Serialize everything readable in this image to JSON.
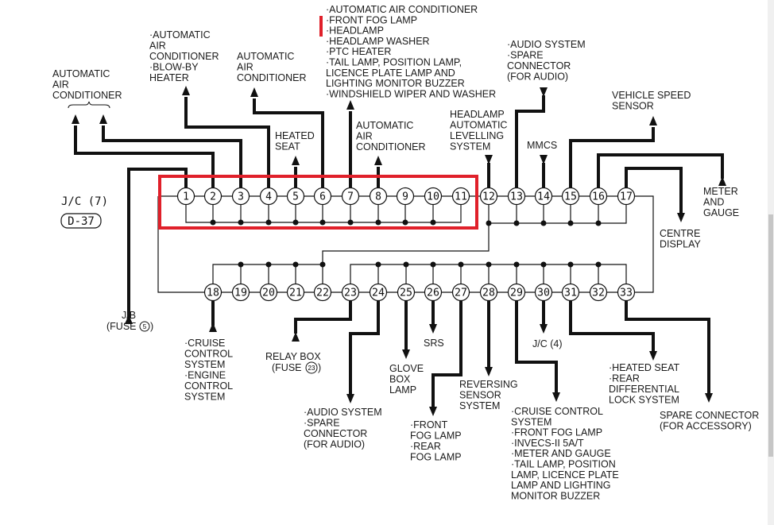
{
  "connector": {
    "name": "J/C (7)",
    "code": "D-37",
    "pins_top": [
      "1",
      "2",
      "3",
      "4",
      "5",
      "6",
      "7",
      "8",
      "9",
      "10",
      "11",
      "12",
      "13",
      "14",
      "15",
      "16",
      "17"
    ],
    "pins_bottom": [
      "18",
      "19",
      "20",
      "21",
      "22",
      "23",
      "24",
      "25",
      "26",
      "27",
      "28",
      "29",
      "30",
      "31",
      "32",
      "33"
    ]
  },
  "highlight": {
    "color": "#e0202a",
    "note": "pins 1-11 highlighted"
  },
  "labels": {
    "ac_left": [
      "AUTOMATIC",
      "AIR",
      "CONDITIONER"
    ],
    "ac_blowby": [
      "·AUTOMATIC",
      " AIR",
      " CONDITIONER",
      "·BLOW-BY",
      " HEATER"
    ],
    "ac_pin6": [
      "AUTOMATIC",
      "AIR",
      "CONDITIONER"
    ],
    "heated_seat": [
      "HEATED",
      "SEAT"
    ],
    "pin7_list": [
      "·AUTOMATIC AIR CONDITIONER",
      "·FRONT FOG LAMP",
      "·HEADLAMP",
      "·HEADLAMP WASHER",
      "·PTC HEATER",
      "·TAIL LAMP, POSITION LAMP,",
      " LICENCE PLATE LAMP AND",
      " LIGHTING MONITOR BUZZER",
      "·WINDSHIELD WIPER AND WASHER"
    ],
    "ac_pin8": [
      "AUTOMATIC",
      "AIR",
      "CONDITIONER"
    ],
    "headlamp_levelling": [
      "HEADLAMP",
      "AUTOMATIC",
      "LEVELLING",
      "SYSTEM"
    ],
    "audio_top": [
      "·AUDIO SYSTEM",
      "·SPARE",
      " CONNECTOR",
      " (FOR AUDIO)"
    ],
    "mmcs": [
      "MMCS"
    ],
    "vehicle_speed": [
      "VEHICLE SPEED",
      "SENSOR"
    ],
    "meter_gauge": [
      "METER",
      "AND",
      "GAUGE"
    ],
    "centre_display": [
      "CENTRE",
      "DISPLAY"
    ],
    "jb_fuse": [
      "J/B",
      "(FUSE",
      "5",
      ")"
    ],
    "cruise_engine": [
      "·CRUISE",
      " CONTROL",
      " SYSTEM",
      "·ENGINE",
      " CONTROL",
      " SYSTEM"
    ],
    "relay_box": [
      "RELAY BOX",
      "(FUSE",
      "23",
      ")"
    ],
    "audio_bottom": [
      "·AUDIO SYSTEM",
      "·SPARE",
      " CONNECTOR",
      " (FOR AUDIO)"
    ],
    "glove_box": [
      "GLOVE",
      "BOX",
      "LAMP"
    ],
    "srs": [
      "SRS"
    ],
    "fog_lamps": [
      "·FRONT",
      " FOG LAMP",
      "·REAR",
      " FOG LAMP"
    ],
    "reversing": [
      "REVERSING",
      "SENSOR",
      "SYSTEM"
    ],
    "pin29_list": [
      "·CRUISE CONTROL",
      " SYSTEM",
      "·FRONT FOG LAMP",
      "·INVECS-II 5A/T",
      "·METER AND GAUGE",
      "·TAIL LAMP, POSITION",
      " LAMP, LICENCE PLATE",
      " LAMP AND LIGHTING",
      " MONITOR BUZZER"
    ],
    "jc4": [
      "J/C (4)"
    ],
    "heated_rear_diff": [
      "·HEATED SEAT",
      "·REAR",
      " DIFFERENTIAL",
      " LOCK SYSTEM"
    ],
    "spare_accessory": [
      "SPARE CONNECTOR",
      "(FOR ACCESSORY)"
    ]
  }
}
